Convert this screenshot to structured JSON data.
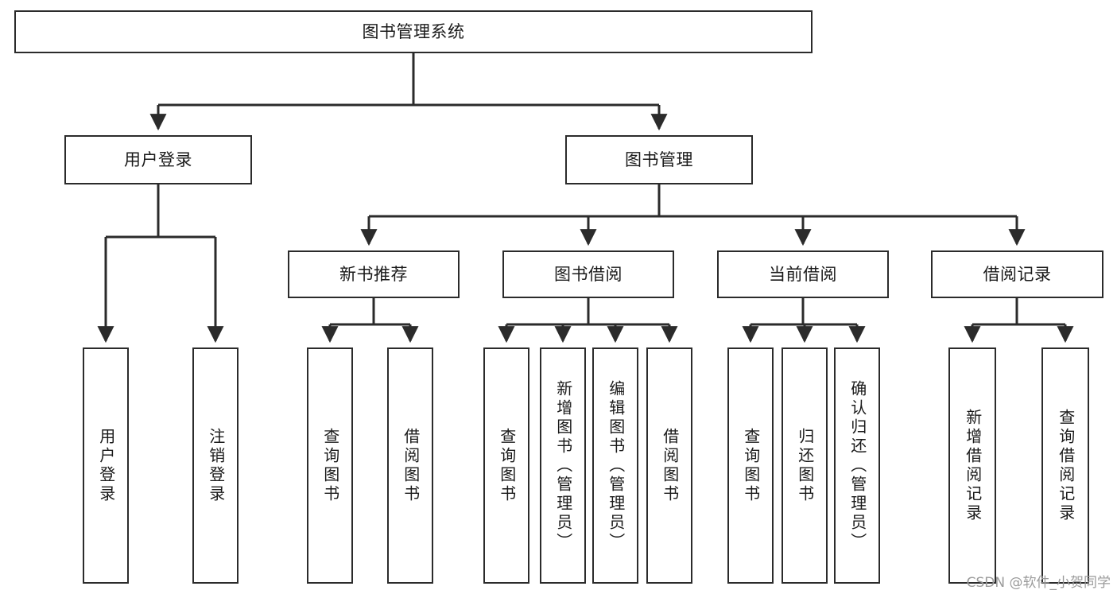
{
  "diagram": {
    "title": "图书管理系统",
    "type": "tree-hierarchy-diagram",
    "root": {
      "label": "图书管理系统"
    },
    "level2": [
      {
        "label": "用户登录"
      },
      {
        "label": "图书管理"
      }
    ],
    "level3": [
      {
        "label": "新书推荐"
      },
      {
        "label": "图书借阅"
      },
      {
        "label": "当前借阅"
      },
      {
        "label": "借阅记录"
      }
    ],
    "leaves": {
      "user_login": [
        {
          "label": "用户登录"
        },
        {
          "label": "注销登录"
        }
      ],
      "new_book_recommend": [
        {
          "label": "查询图书"
        },
        {
          "label": "借阅图书"
        }
      ],
      "book_borrow": [
        {
          "label": "查询图书"
        },
        {
          "label": "新增图书（管理员）"
        },
        {
          "label": "编辑图书（管理员）"
        },
        {
          "label": "借阅图书"
        }
      ],
      "current_borrow": [
        {
          "label": "查询图书"
        },
        {
          "label": "归还图书"
        },
        {
          "label": "确认归还（管理员）"
        }
      ],
      "borrow_record": [
        {
          "label": "新增借阅记录"
        },
        {
          "label": "查询借阅记录"
        }
      ]
    }
  },
  "watermark": {
    "text": "CSDN @软件_小贺同学"
  },
  "colors": {
    "stroke": "#2b2b2b",
    "fill": "#ffffff",
    "text": "#1a1a1a",
    "watermark": "#9b9b9b"
  }
}
